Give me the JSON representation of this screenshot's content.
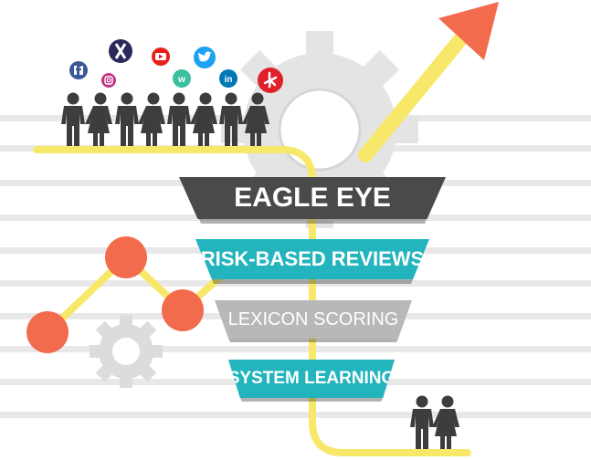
{
  "diagram": {
    "stages": [
      {
        "label": "EAGLE EYE",
        "color": "#4a4a4a"
      },
      {
        "label": "RISK-BASED REVIEWS",
        "color": "#23b4bd"
      },
      {
        "label": "LEXICON SCORING",
        "color": "#b8b8b8"
      },
      {
        "label": "SYSTEM LEARNING",
        "color": "#23b4bd"
      }
    ],
    "social_icons": [
      {
        "name": "facebook-icon",
        "color": "#3b5998"
      },
      {
        "name": "instagram-icon",
        "color": "#c13584"
      },
      {
        "name": "hootsuite-icon",
        "color": "#2a2a5a"
      },
      {
        "name": "youtube-icon",
        "color": "#e62117"
      },
      {
        "name": "wechat-icon",
        "color": "#3bbf9e"
      },
      {
        "name": "twitter-icon",
        "color": "#1da1f2"
      },
      {
        "name": "linkedin-icon",
        "color": "#0077b5"
      },
      {
        "name": "yelp-icon",
        "color": "#e0202a"
      }
    ],
    "colors": {
      "accent_orange": "#f26b4d",
      "path_yellow": "#f7e86a",
      "gear_gray": "#e4e4e4",
      "stripe_gray": "#e8e8e8",
      "person_dark": "#3d3d3d"
    }
  }
}
